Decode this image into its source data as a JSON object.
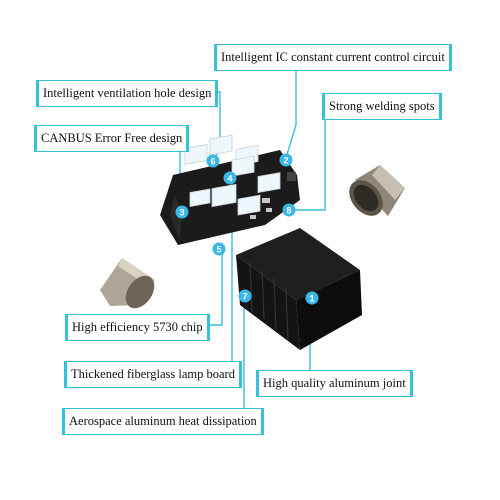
{
  "labels": {
    "ic_control": "Intelligent IC constant current control circuit",
    "ventilation": "Intelligent ventilation hole design",
    "welding": "Strong welding spots",
    "canbus": "CANBUS Error Free design",
    "chip": "High efficiency 5730 chip",
    "fiberglass": "Thickened fiberglass lamp board",
    "joint": "High quality aluminum joint",
    "heat": "Aerospace aluminum heat dissipation"
  },
  "markers": [
    "1",
    "2",
    "3",
    "4",
    "5",
    "6",
    "7",
    "8"
  ],
  "colors": {
    "accent": "#35c2d9",
    "marker": "#3ab7e6",
    "board": "#1b1b1b",
    "metal": "#b9b2a6"
  }
}
